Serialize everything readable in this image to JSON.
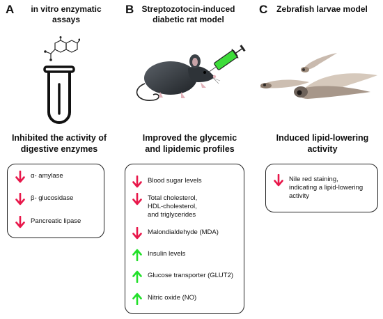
{
  "panels": [
    {
      "letter": "A",
      "title": "in vitro enzymatic\nassays",
      "subtitle": "Inhibited the activity of\ndigestive enzymes",
      "effects": [
        {
          "label": "α- amylase",
          "direction": "down"
        },
        {
          "label": "β- glucosidase",
          "direction": "down"
        },
        {
          "label": "Pancreatic lipase",
          "direction": "down"
        }
      ]
    },
    {
      "letter": "B",
      "title": "Streptozotocin-induced\ndiabetic rat model",
      "subtitle": "Improved the glycemic\nand lipidemic profiles",
      "effects": [
        {
          "label": "Blood sugar levels",
          "direction": "down"
        },
        {
          "label": "Total cholesterol,\nHDL-cholesterol,\nand triglycerides",
          "direction": "down"
        },
        {
          "label": "Malondialdehyde (MDA)",
          "direction": "down"
        },
        {
          "label": "Insulin levels",
          "direction": "up"
        },
        {
          "label": "Glucose transporter (GLUT2)",
          "direction": "up"
        },
        {
          "label": "Nitric oxide (NO)",
          "direction": "up"
        }
      ]
    },
    {
      "letter": "C",
      "title": "Zebrafish larvae model",
      "subtitle": "Induced lipid-lowering\nactivity",
      "effects": [
        {
          "label": "Nile red staining,\nindicating a lipid-lowering\nactivity",
          "direction": "down"
        }
      ]
    }
  ],
  "colors": {
    "down": "#e8174a",
    "up": "#22e02a",
    "syringe": "#3ddc3a"
  },
  "icons": [
    "molecule-icon",
    "test-tube-icon",
    "rat-icon",
    "syringe-icon",
    "zebrafish-icon"
  ]
}
